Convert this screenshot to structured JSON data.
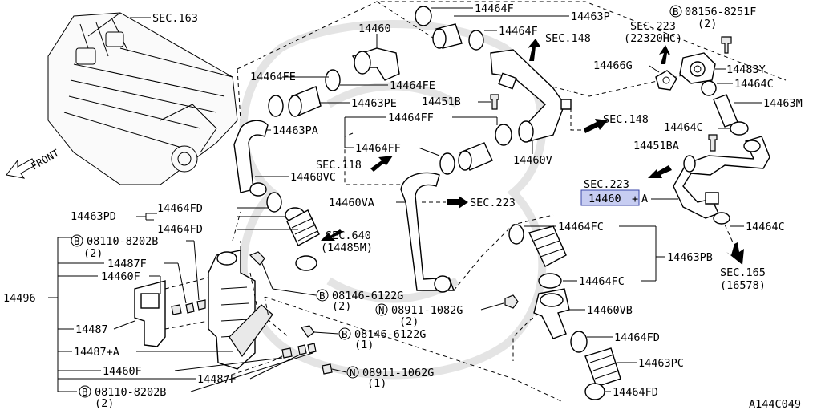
{
  "diagram": {
    "drawing_code": "A144C049",
    "front_label": "FRONT",
    "highlighted_part": "14460",
    "labels": {
      "sec163": "SEC.163",
      "p14460_top": "14460",
      "p14464F_a": "14464F",
      "p14463P": "14463P",
      "p14464F_b": "14464F",
      "sec148_a": "SEC.148",
      "sec223_22320hc": "SEC.223",
      "p22320hc": "(22320HC)",
      "b08156": "08156-8251F",
      "b08156_qty": "(2)",
      "p14466G": "14466G",
      "p14483Y": "14483Y",
      "p14464C_a": "14464C",
      "p14463M": "14463M",
      "p14464FE_a": "14464FE",
      "p14464FE_b": "14464FE",
      "p14463PE": "14463PE",
      "p14451B": "14451B",
      "p14464FF_a": "14464FF",
      "sec148_b": "SEC.148",
      "p14464C_b": "14464C",
      "p14463PA": "14463PA",
      "p14464FF_b": "14464FF",
      "p14451BA": "14451BA",
      "sec118": "SEC.118",
      "p14460VC": "14460VC",
      "p14460V": "14460V",
      "sec223_b": "SEC.223",
      "p14460_hl_suffix": "A",
      "p14460VA": "14460VA",
      "sec223_c": "SEC.223",
      "p14464FD_a": "14464FD",
      "p14463PD": "14463PD",
      "p14464FD_b": "14464FD",
      "p14464C_c": "14464C",
      "p14464FC_a": "14464FC",
      "sec640": "SEC.640",
      "p14485M": "(14485M)",
      "b08110_a": "08110-8202B",
      "b08110_a_qty": "(2)",
      "p14487F_a": "14487F",
      "p14463PB": "14463PB",
      "sec165": "SEC.165",
      "p16578": "(16578)",
      "p14460F_a": "14460F",
      "p14464FC_b": "14464FC",
      "b08146_a": "08146-6122G",
      "b08146_a_qty": "(2)",
      "p14496": "14496",
      "n08911_1082": "08911-1082G",
      "n08911_1082_qty": "(2)",
      "p14460VB": "14460VB",
      "p14487": "14487",
      "b08146_b": "08146-6122G",
      "b08146_b_qty": "(1)",
      "p14464FD_c": "14464FD",
      "p14487A": "14487+A",
      "p14463PC": "14463PC",
      "p14460F_b": "14460F",
      "p14487F_b": "14487F",
      "n08911_1062": "08911-1062G",
      "n08911_1062_qty": "(1)",
      "b08110_b": "08110-8202B",
      "b08110_b_qty": "(2)",
      "p14464FD_d": "14464FD",
      "bolt_mark": "B",
      "nut_mark": "N"
    }
  }
}
